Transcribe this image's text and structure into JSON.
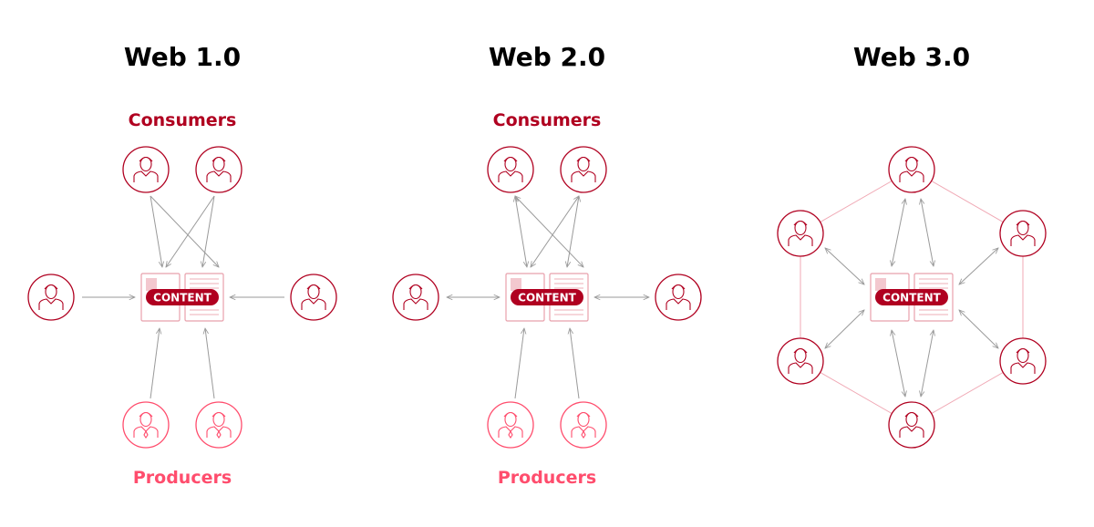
{
  "colors": {
    "consumer": "#b00020",
    "producer": "#ff4d6d",
    "arrow": "#9a9a9a",
    "hex": "#f0a8b4",
    "doc": "#e8a0ac",
    "docfill": "#f3c8cf"
  },
  "panels": [
    {
      "title": "Web 1.0",
      "consumers_label": "Consumers",
      "producers_label": "Producers",
      "content_label": "CONTENT"
    },
    {
      "title": "Web 2.0",
      "consumers_label": "Consumers",
      "producers_label": "Producers",
      "content_label": "CONTENT"
    },
    {
      "title": "Web 3.0",
      "content_label": "CONTENT"
    }
  ]
}
